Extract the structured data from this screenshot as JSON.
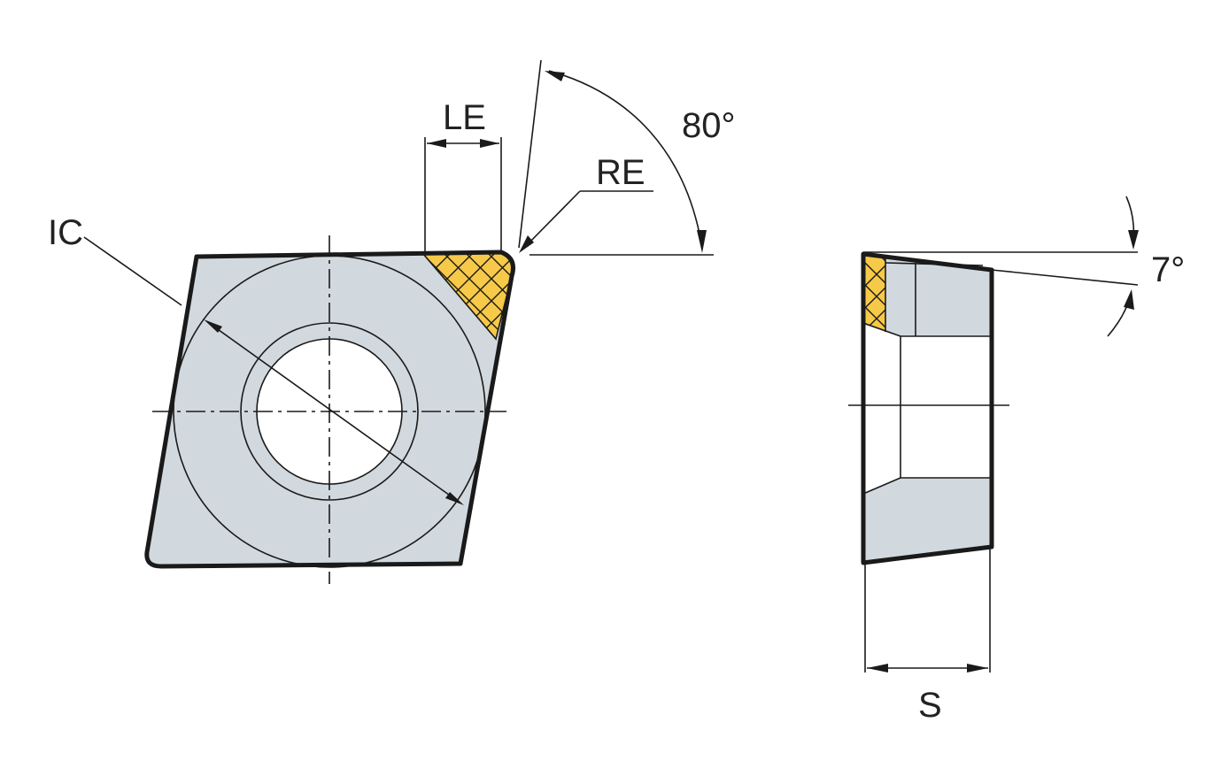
{
  "labels": {
    "le": "LE",
    "angle_top": "80°",
    "re": "RE",
    "ic": "IC",
    "angle_side": "7°",
    "s": "S"
  },
  "colors": {
    "insert_fill": "#d2d9de",
    "corner_fill": "#f7c948",
    "line": "#1a1a1a"
  }
}
